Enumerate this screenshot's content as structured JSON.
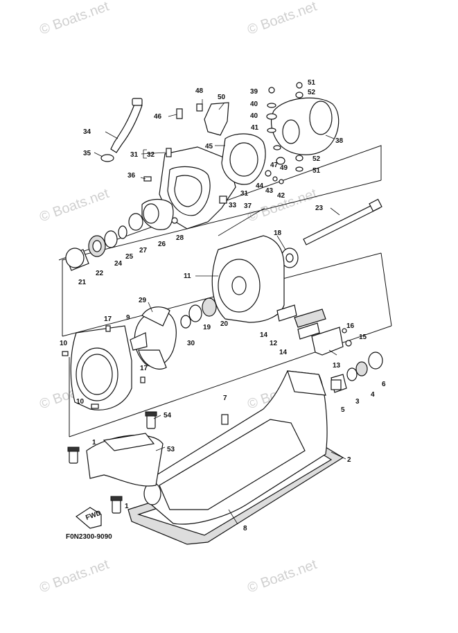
{
  "watermark": "© Boats.net",
  "diagram_code": "F0N2300-9090",
  "fwd_label": "FWD",
  "callouts": [
    "1",
    "1",
    "2",
    "3",
    "4",
    "5",
    "6",
    "7",
    "8",
    "9",
    "10",
    "10",
    "11",
    "12",
    "13",
    "14",
    "14",
    "15",
    "16",
    "17",
    "17",
    "18",
    "19",
    "20",
    "21",
    "22",
    "23",
    "24",
    "25",
    "26",
    "27",
    "28",
    "29",
    "30",
    "31",
    "31",
    "32",
    "33",
    "34",
    "35",
    "36",
    "37",
    "38",
    "39",
    "40",
    "40",
    "41",
    "42",
    "43",
    "44",
    "45",
    "46",
    "47",
    "48",
    "49",
    "50",
    "51",
    "51",
    "52",
    "52",
    "53",
    "54"
  ]
}
